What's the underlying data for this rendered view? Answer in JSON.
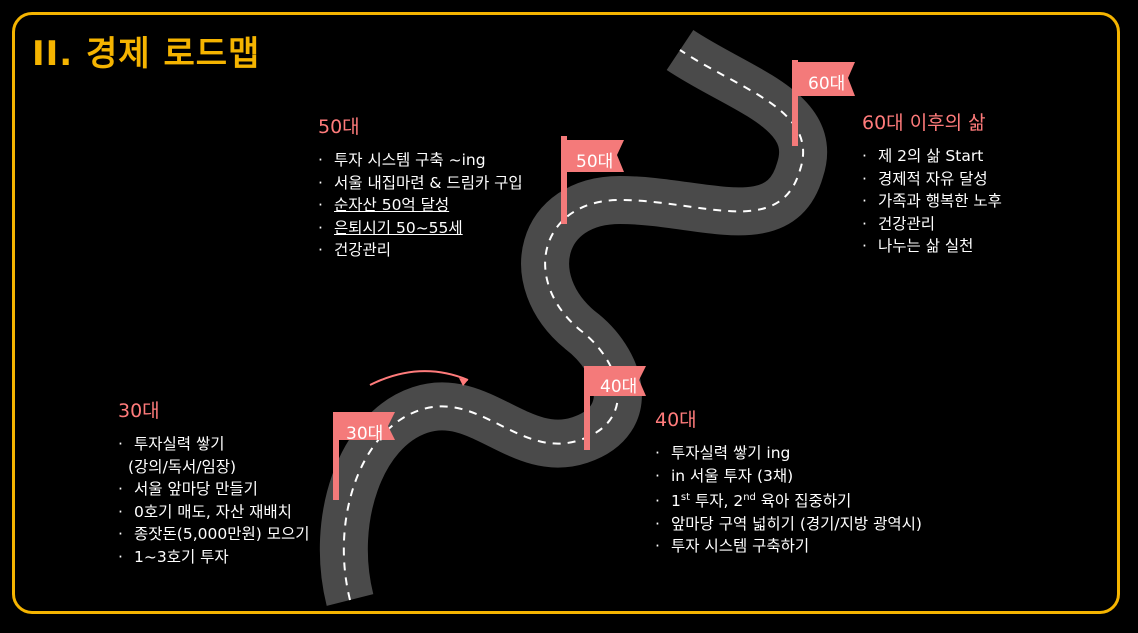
{
  "title": "II. 경제 로드맵",
  "colors": {
    "border": "#f5b400",
    "accent": "#ff7b7b",
    "flag": "#f47a7a",
    "road": "#4a4a4a"
  },
  "flags": {
    "f30": "30대",
    "f40": "40대",
    "f50": "50대",
    "f60": "60대"
  },
  "b30": {
    "head": "30대",
    "items": [
      "투자실력 쌓기",
      "(강의/독서/임장)",
      "서울 앞마당 만들기",
      "0호기 매도, 자산 재배치",
      "종잣돈(5,000만원) 모으기",
      "1~3호기 투자"
    ]
  },
  "b40": {
    "head": "40대",
    "items": [
      "투자실력 쌓기 ing",
      "in 서울 투자 (3채)",
      "1",
      "st",
      " 투자, 2",
      "nd",
      " 육아 집중하기",
      "앞마당 구역 넓히기 (경기/지방 광역시)",
      "투자 시스템 구축하기"
    ]
  },
  "b50": {
    "head": "50대",
    "items": [
      "투자 시스템 구축 ~ing",
      "서울 내집마련 & 드림카 구입",
      "순자산 50억 달성",
      "은퇴시기 50~55세",
      "건강관리"
    ]
  },
  "b60": {
    "head": "60대 이후의 삶",
    "items": [
      "제 2의 삶 Start",
      "경제적 자유 달성",
      "가족과 행복한 노후",
      "건강관리",
      "나누는 삶 실천"
    ]
  },
  "bullet": "·"
}
